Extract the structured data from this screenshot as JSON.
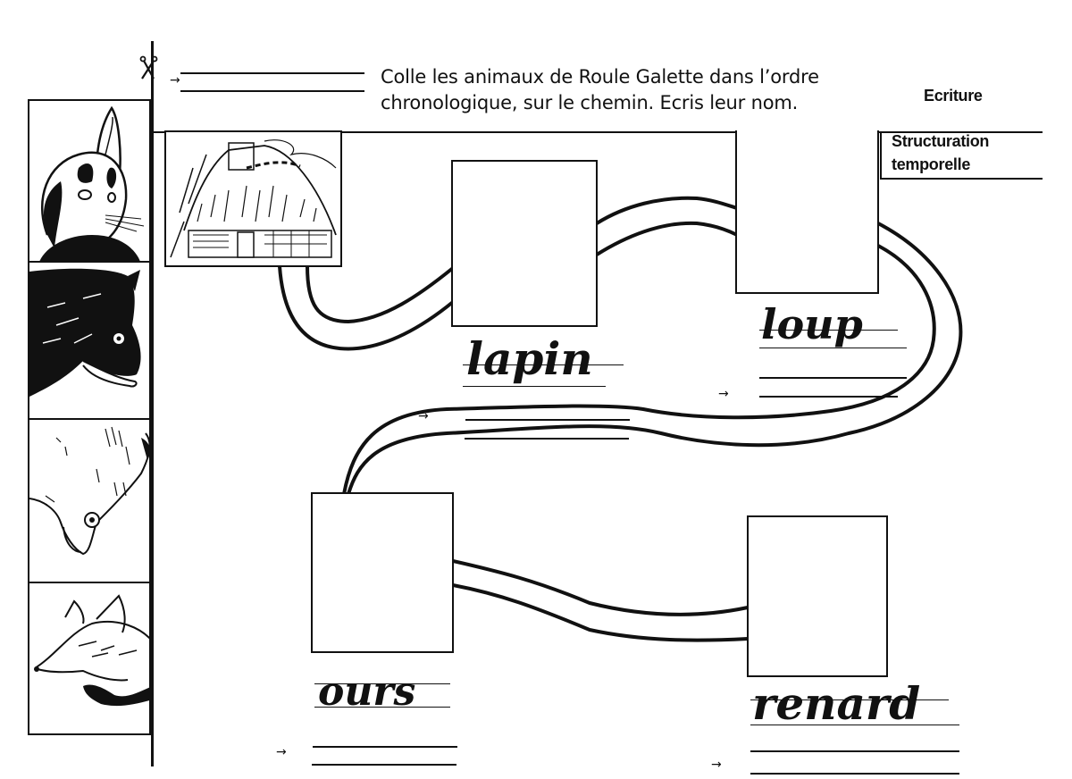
{
  "header": {
    "scissors_icon": "scissors-icon",
    "name_line_arrow": "→",
    "instruction_line1": "Colle les animaux de Roule Galette dans l’ordre",
    "instruction_line2": "chronologique, sur le chemin. Ecris leur nom."
  },
  "tags": {
    "subject": "Ecriture",
    "skill_line1": "Structuration",
    "skill_line2": "temporelle"
  },
  "cutout_strip": {
    "items": [
      {
        "animal": "rabbit",
        "icon": "rabbit-illustration"
      },
      {
        "animal": "wolf",
        "icon": "wolf-illustration"
      },
      {
        "animal": "bear",
        "icon": "bear-illustration"
      },
      {
        "animal": "fox",
        "icon": "fox-illustration"
      }
    ]
  },
  "start_picture": {
    "icon": "cottage-illustration",
    "description": "thatched cottage"
  },
  "path_stops": [
    {
      "order": 1,
      "word": "lapin",
      "arrow": "→"
    },
    {
      "order": 2,
      "word": "loup",
      "arrow": "→"
    },
    {
      "order": 3,
      "word": "ours",
      "arrow": "→"
    },
    {
      "order": 4,
      "word": "renard",
      "arrow": "→"
    }
  ]
}
